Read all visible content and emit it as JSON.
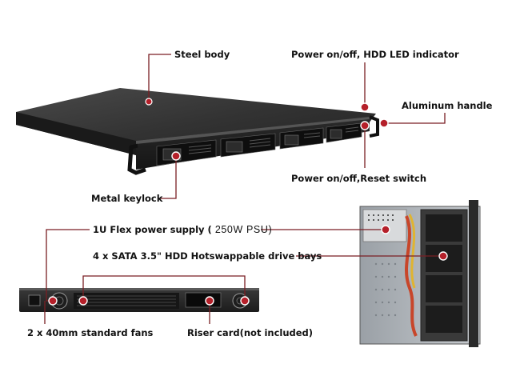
{
  "labels": {
    "steel_body": "Steel body",
    "power_hdd_led": "Power on/off, HDD LED indicator",
    "aluminum_handle": "Aluminum handle",
    "power_reset": "Power on/off,Reset switch",
    "metal_keylock": "Metal keylock",
    "flex_psu_prefix": "1U Flex power supply (",
    "flex_psu_rating": "250W PSU)",
    "drive_bays": "4 x SATA 3.5\" HDD Hotswappable drive bays",
    "fans": "2 x 40mm standard fans",
    "riser_card": "Riser card(not included)"
  },
  "colors": {
    "callout_line": "#7a1f24",
    "callout_dot": "#b5202a",
    "chassis_dark": "#2a2a2a",
    "chassis_top": "#3a3a3a"
  }
}
